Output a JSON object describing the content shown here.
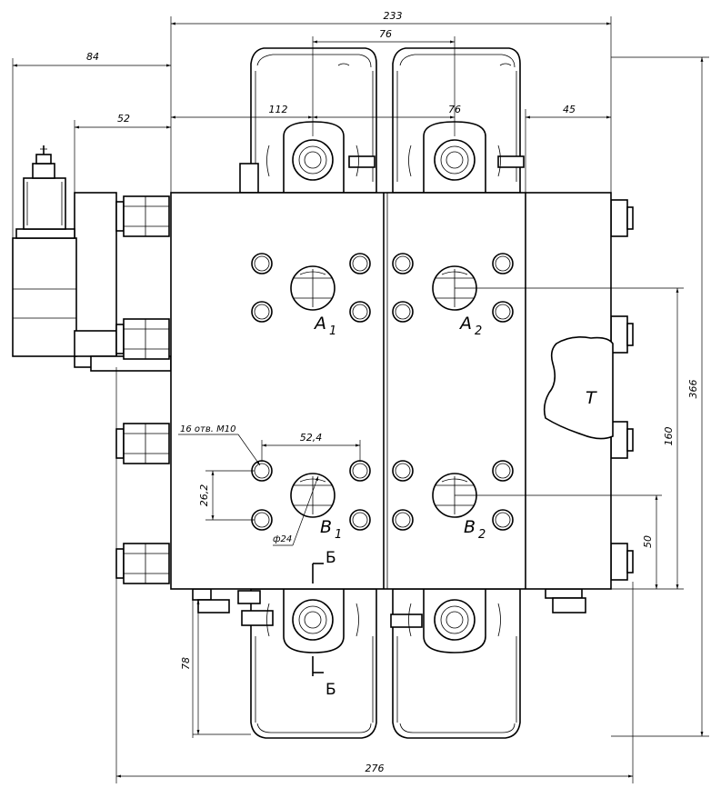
{
  "dimensions": {
    "overall_width": "233",
    "spool_pitch_top": "76",
    "left_extent": "84",
    "solenoid_offset": "52",
    "left_section": "112",
    "spool_pitch_mid": "76",
    "right_section": "45",
    "height_total": "366",
    "height_mid": "160",
    "height_low": "50",
    "bottom_extent": "78",
    "overall_bottom": "276",
    "hole_spacing_h": "52,4",
    "hole_spacing_v": "26,2",
    "port_diameter": "ф24"
  },
  "ports": {
    "a1": {
      "letter": "A",
      "index": "1"
    },
    "a2": {
      "letter": "A",
      "index": "2"
    },
    "b1": {
      "letter": "B",
      "index": "1"
    },
    "b2": {
      "letter": "B",
      "index": "2"
    },
    "t": "T"
  },
  "notes": {
    "holes": "16 отв. M10"
  },
  "section": {
    "top_mark": "Б",
    "bottom_mark": "Б"
  }
}
